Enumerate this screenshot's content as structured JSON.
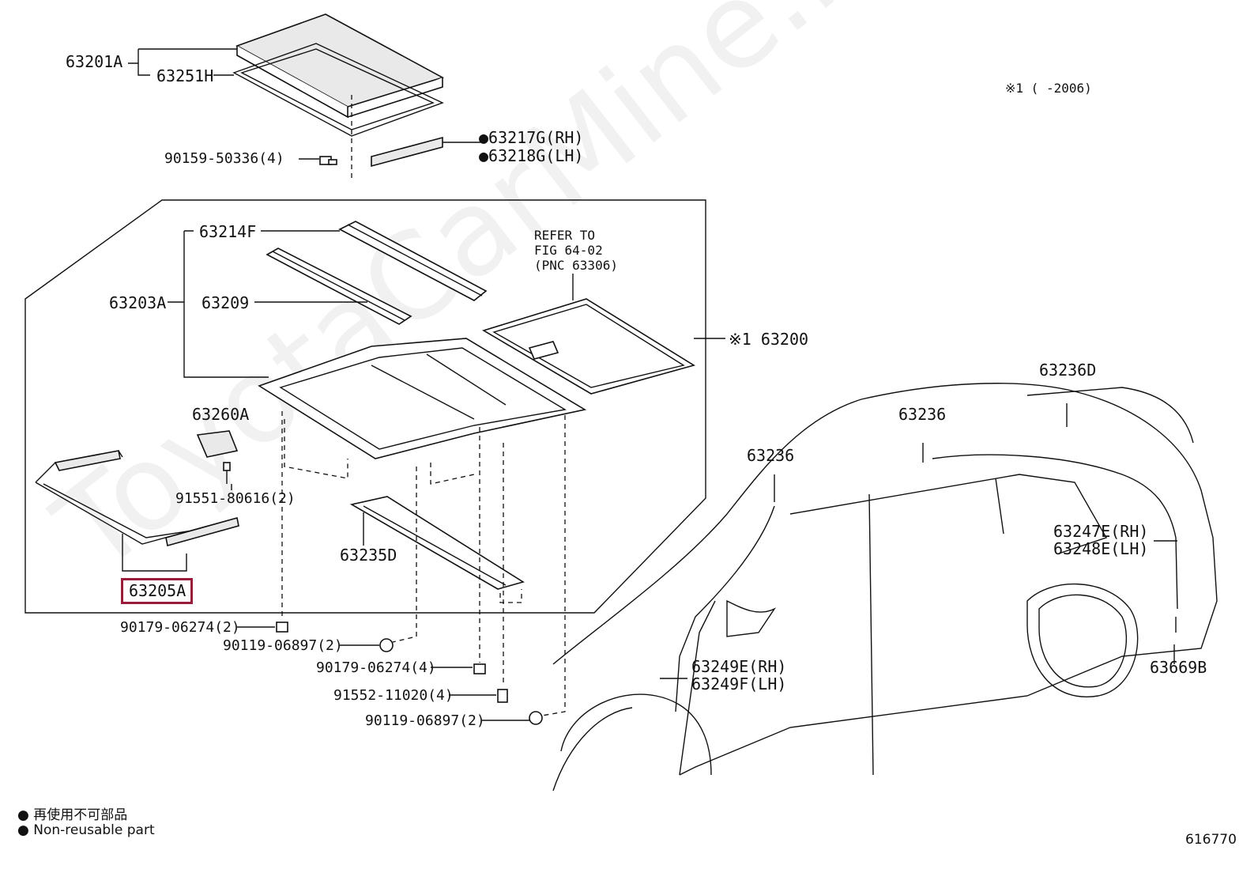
{
  "labels": {
    "p63201A": "63201A",
    "p63251H": "63251H",
    "p90159": "90159-50336(4)",
    "p63217G": "●63217G(RH)",
    "p63218G": "●63218G(LH)",
    "p63214F": "63214F",
    "p63203A": "63203A",
    "p63209": "63209",
    "refer1": "REFER TO",
    "refer2": "FIG 64-02",
    "refer3": "(PNC 63306)",
    "p63200": "※1 63200",
    "p63260A": "63260A",
    "p91551": "91551-80616(2)",
    "p63205A": "63205A",
    "p63235D": "63235D",
    "p90179a": "90179-06274(2)",
    "p90119a": "90119-06897(2)",
    "p90179b": "90179-06274(4)",
    "p91552": "91552-11020(4)",
    "p90119b": "90119-06897(2)",
    "p63236D": "63236D",
    "p63236a": "63236",
    "p63236b": "63236",
    "p63247E": "63247E(RH)",
    "p63248E": "63248E(LH)",
    "p63249E": "63249E(RH)",
    "p63249F": "63249F(LH)",
    "p63669B": "63669B",
    "note1": "※1 (      -2006)",
    "figure_no": "616770"
  },
  "legend": {
    "line_jp": "● 再使用不可部品",
    "line_en": "● Non-reusable part"
  },
  "watermark": "ToyotaCarMine.ru",
  "colors": {
    "highlight": "#9b1b3a",
    "ink": "#111111"
  }
}
